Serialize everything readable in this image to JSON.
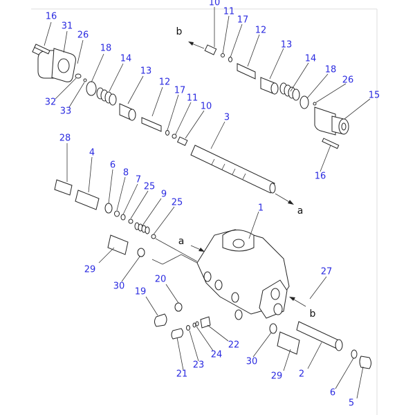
{
  "title": "Control valve parts diagram",
  "part_numbers": {
    "p16a": "16",
    "p31": "31",
    "p26a": "26",
    "p18a": "18",
    "p14a": "14",
    "p13a": "13",
    "p12a": "12",
    "p17a": "17",
    "p11a": "11",
    "p10a": "10",
    "p3": "3",
    "p32": "32",
    "p33": "33",
    "p10b": "10",
    "p11b": "11",
    "p17b": "17",
    "p12b": "12",
    "p13b": "13",
    "p14b": "14",
    "p18b": "18",
    "p26b": "26",
    "p15": "15",
    "p16b": "16",
    "p28": "28",
    "p4": "4",
    "p6a": "6",
    "p8": "8",
    "p7": "7",
    "p25a": "25",
    "p9": "9",
    "p25b": "25",
    "p1": "1",
    "p29a": "29",
    "p30a": "30",
    "p20": "20",
    "p19": "19",
    "p27": "27",
    "p22": "22",
    "p30b": "30",
    "p21": "21",
    "p23": "23",
    "p24": "24",
    "p29b": "29",
    "p2": "2",
    "p6b": "6",
    "p5": "5"
  },
  "direction_markers": {
    "b_top": "b",
    "a_right": "a",
    "a_body": "a",
    "b_body": "b"
  },
  "colors": {
    "label": "#2a2ae0",
    "line": "#222222"
  }
}
